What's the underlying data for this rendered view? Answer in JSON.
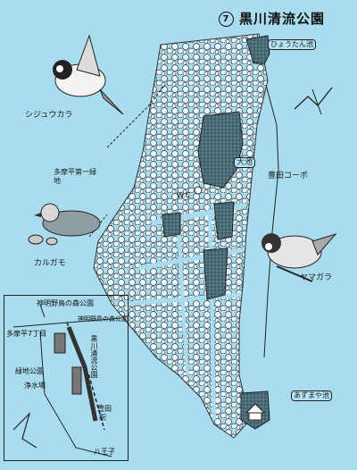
{
  "title": {
    "number": "7",
    "text": "黒川清流公園"
  },
  "labels": {
    "hyoutan": "ひょうたん池",
    "ooike": "大池",
    "toyoda_corpo": "豊田コーポ",
    "azumaya": "あずまや池",
    "wc": "W.C",
    "tama_pond": "多摩平第一緑地",
    "shijuukara": "シジュウカラ",
    "karugamo": "カルガモ",
    "yamagara": "ヤマガラ"
  },
  "inset": {
    "shinmei_forest": "神明野鳥の森公園",
    "shinmei_forest2": "神明野鳥の森公園",
    "tama7": "多摩平7丁目",
    "kurokawa": "黒川清流公園",
    "ryokuchi": "緑地公園",
    "josui": "浄水場",
    "toyoda": "豊田",
    "station": "駅",
    "hachioji": "八王子"
  }
}
